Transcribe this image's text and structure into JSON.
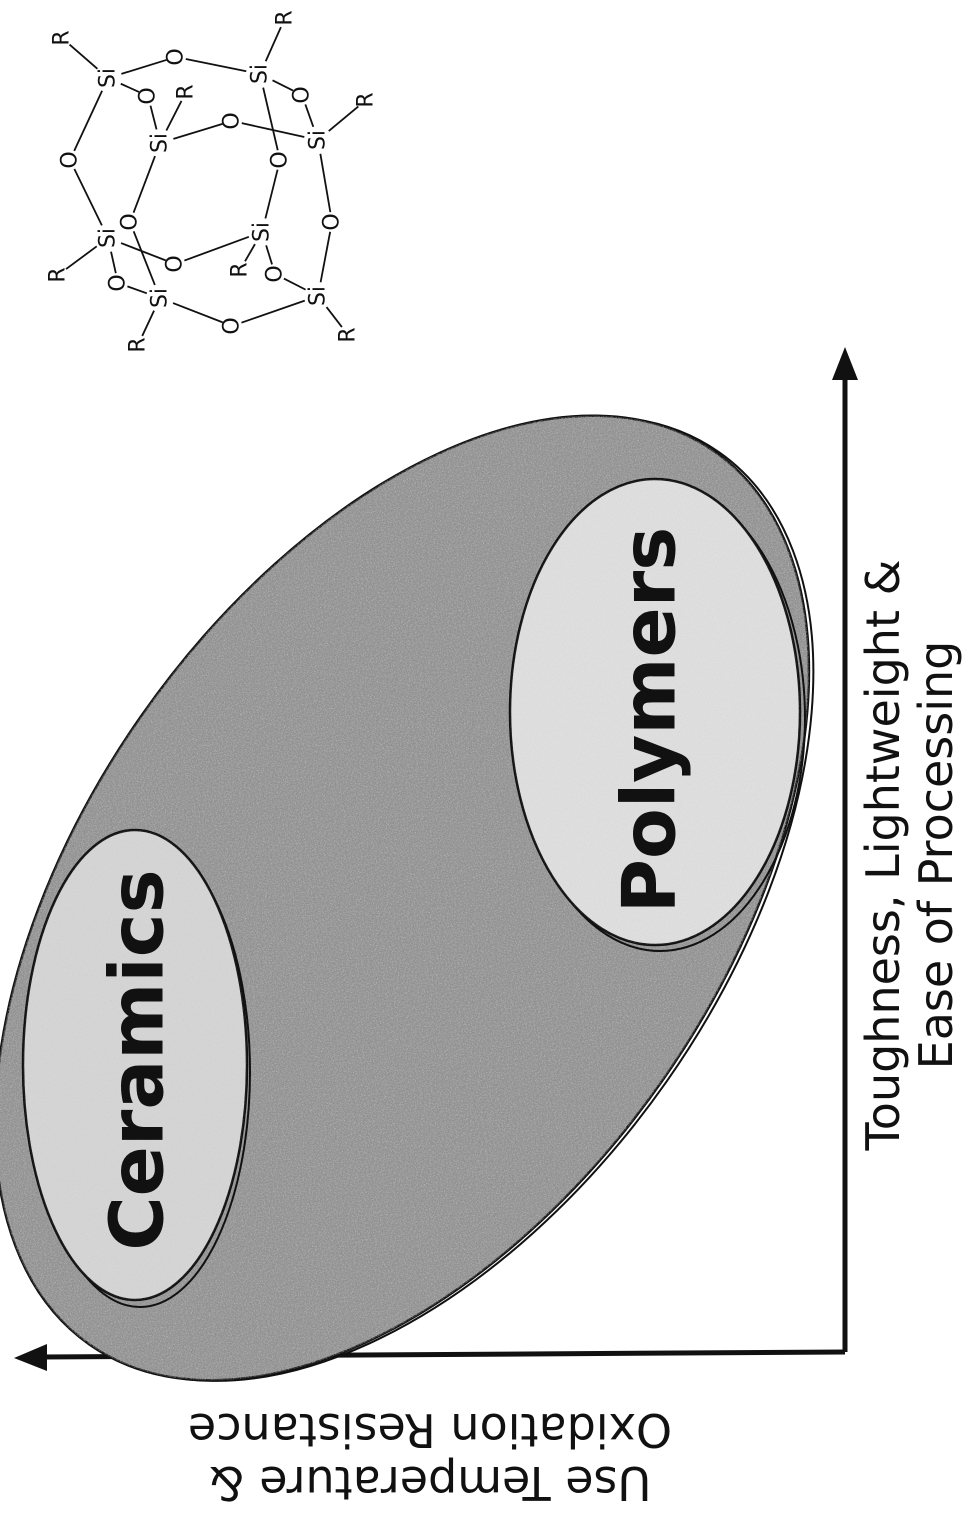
{
  "diagram": {
    "regions": {
      "ceramics": "Ceramics",
      "polymers": "Polymers"
    },
    "axes": {
      "x_label_lines": [
        "Toughness, Lightweight &",
        "Ease of Processing"
      ],
      "y_label_lines": [
        "Use Temperature &",
        "Oxidation Resistance"
      ]
    },
    "molecule": {
      "silicon_symbol": "Si",
      "oxygen_symbol": "O",
      "substituent_symbol": "R"
    },
    "colors": {
      "ink": "#111111",
      "outer_fill": "#8c8c8c",
      "inner_fill": "#d6d6d6"
    }
  }
}
